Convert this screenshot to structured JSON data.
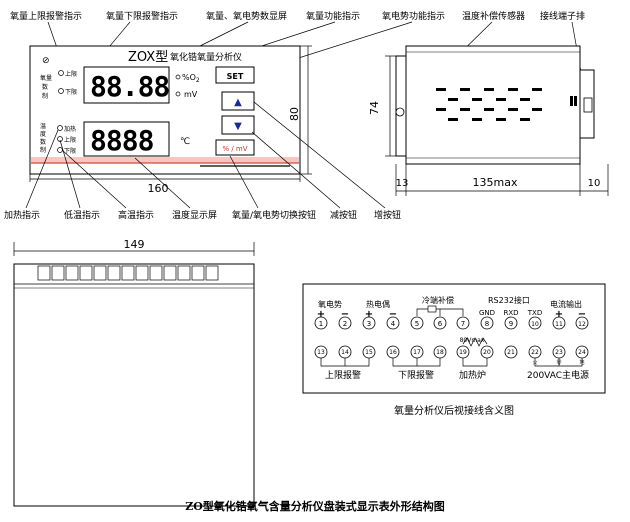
{
  "callouts": {
    "top": [
      "氧量上限报警指示",
      "氧量下限报警指示",
      "氧量、氧电势数显屏",
      "氧量功能指示",
      "氧电势功能指示",
      "温度补偿传感器",
      "接线端子排"
    ],
    "bottom": [
      "加热指示",
      "低温指示",
      "高温指示",
      "温度显示屏",
      "氧量/氧电势切换按钮",
      "减按钮",
      "增按钮"
    ]
  },
  "front": {
    "brand": "ZOX型",
    "model": "氧化锆氧量分析仪",
    "o2_display": "88.88",
    "temp_display": "8888",
    "unit_o2": "%O",
    "unit_o2_sub": "2",
    "unit_mv": "mV",
    "unit_temp": "℃",
    "side_o2": [
      "氧量",
      "数",
      "制"
    ],
    "side_temp": [
      "温",
      "度",
      "数",
      "制"
    ],
    "led_labels_o2": [
      "上限",
      "下限"
    ],
    "led_labels_temp": [
      "加热",
      "上限",
      "下限"
    ],
    "btn_set": "SET",
    "btn_up": "▲",
    "btn_down": "▼",
    "btn_switch": "% / mV",
    "dim_width": "160",
    "dim_height": "80"
  },
  "side": {
    "dim_height": "74",
    "dim_left": "13",
    "dim_depth": "135max",
    "dim_right": "10"
  },
  "top_view": {
    "dim_width": "149"
  },
  "terminal": {
    "group_labels": [
      "氧电势",
      "热电偶",
      "冷端补偿",
      "RS232接口",
      "电流输出"
    ],
    "polarity": [
      "+",
      "−",
      "+",
      "−",
      "+",
      "−"
    ],
    "rs232": [
      "GND",
      "RXD",
      "TXD"
    ],
    "row1": [
      "1",
      "2",
      "3",
      "4",
      "5",
      "6",
      "7",
      "8",
      "9",
      "10",
      "11",
      "12"
    ],
    "row2": [
      "13",
      "14",
      "15",
      "16",
      "17",
      "18",
      "19",
      "20",
      "21",
      "22",
      "23",
      "24"
    ],
    "heater_rating": "80Vmax",
    "bottom_labels": [
      "上限报警",
      "下限报警",
      "加热炉",
      "200VAC主电源"
    ],
    "power_pins": [
      "火",
      "零",
      "地"
    ]
  },
  "terminal_caption": "氧量分析仪后视接线含义图",
  "figure_caption": "ZO型氧化锆氧气含量分析仪盘装式显示表外形结构图"
}
